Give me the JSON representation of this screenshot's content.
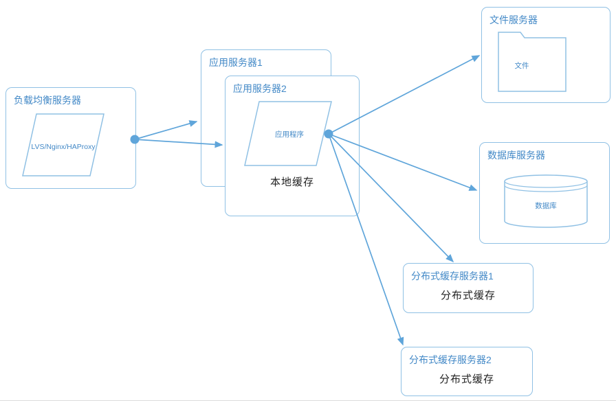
{
  "nodes": {
    "load_balancer": {
      "title": "负载均衡服务器",
      "shape_label": "LVS/Nginx/HAProxy"
    },
    "app_server_1": {
      "title": "应用服务器1"
    },
    "app_server_2": {
      "title": "应用服务器2",
      "shape_label": "应用程序",
      "cache_label": "本地缓存"
    },
    "file_server": {
      "title": "文件服务器",
      "shape_label": "文件"
    },
    "db_server": {
      "title": "数据库服务器",
      "shape_label": "数据库"
    },
    "cache_server_1": {
      "title": "分布式缓存服务器1",
      "cache_label": "分布式缓存"
    },
    "cache_server_2": {
      "title": "分布式缓存服务器2",
      "cache_label": "分布式缓存"
    }
  },
  "colors": {
    "box_border": "#8fc0e4",
    "title_text": "#4389c7",
    "connector": "#5fa5da",
    "dark_text": "#1f1f1f"
  }
}
